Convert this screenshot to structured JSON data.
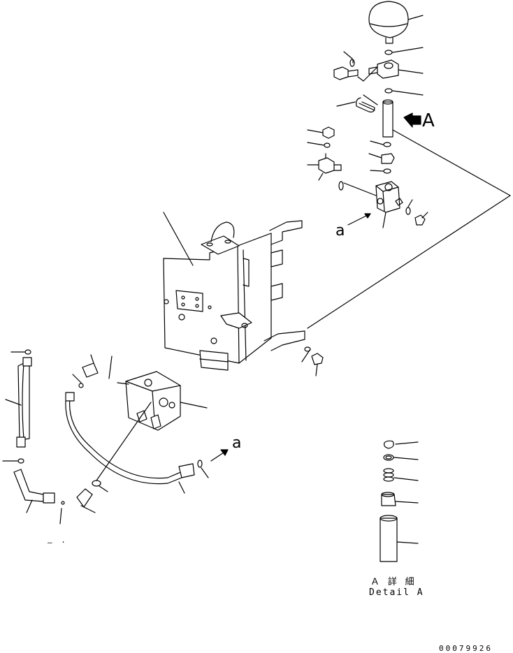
{
  "callouts": {
    "detail_letter_upper": "A",
    "view_letter_lower_top": "a",
    "view_letter_lower_bottom": "a"
  },
  "detail": {
    "title_ja": "Ａ 詳 細",
    "title_en": "Detail A"
  },
  "drawing_id": "00079926",
  "stray_mark": "– ·"
}
